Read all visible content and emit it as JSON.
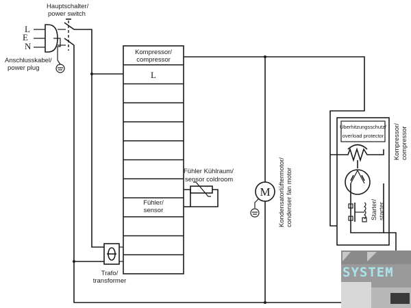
{
  "diagram": {
    "type": "wiring-schematic",
    "labels": {
      "main_switch": [
        "Hauptschalter/",
        "power switch"
      ],
      "power_plug": [
        "Anschlusskabel/",
        "power plug"
      ],
      "plug_pins": [
        "L",
        "E",
        "N"
      ],
      "terminal_compressor": [
        "Kompressor/",
        "compressor"
      ],
      "terminal_L": "L",
      "terminal_sensor": [
        "Fühler/",
        "sensor"
      ],
      "coldroom_sensor": [
        "Fühler Kühlraum/",
        "sensor coldroom"
      ],
      "transformer": [
        "Trafo/",
        "transformer"
      ],
      "fan_motor": [
        "Kondensatorlüftermotor/",
        "condenser fan motor"
      ],
      "motor_symbol": "M",
      "overload_protector": [
        "Überhitzungsschutz/",
        "overload protector"
      ],
      "compressor_unit": [
        "Kompressor/",
        "compressor"
      ],
      "starter": [
        "Starter/",
        "starter"
      ]
    },
    "terminal_block_rows": 12,
    "watermark": {
      "text": "SYSTEM",
      "colors": {
        "text": "#a8e4ec",
        "panel": "#8c8c8c",
        "panel_light": "#d4d4d4"
      }
    },
    "colors": {
      "line": "#1a1a1a",
      "background": "#ffffff"
    }
  }
}
